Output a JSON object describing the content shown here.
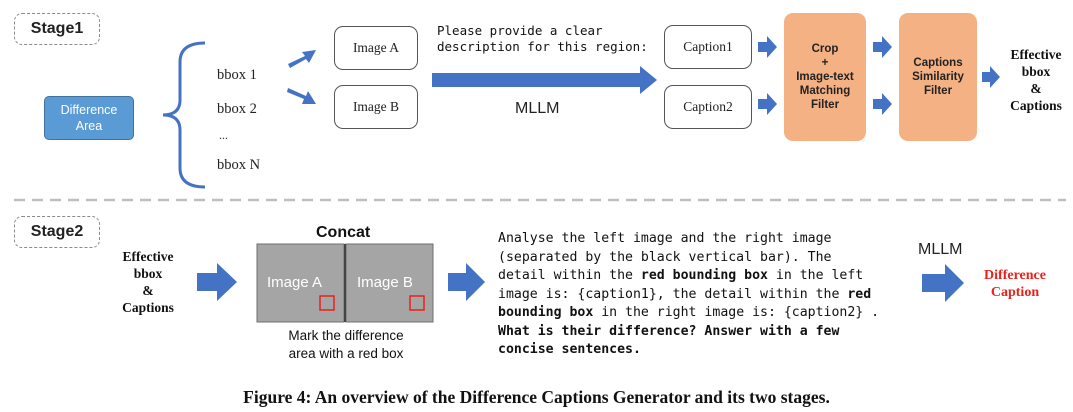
{
  "stage1": {
    "tag": "Stage1",
    "difference_area": [
      "Difference",
      "Area"
    ],
    "bboxes": [
      "bbox 1",
      "bbox 2",
      "...",
      "bbox N"
    ],
    "image_a": "Image A",
    "image_b": "Image B",
    "prompt_line1": "Please provide a clear",
    "prompt_line2": "description for this region:",
    "mllm": "MLLM",
    "caption1": "Caption1",
    "caption2": "Caption2",
    "filter1": [
      "Crop",
      "+",
      "Image-text",
      "Matching",
      "Filter"
    ],
    "filter2": [
      "Captions",
      "Similarity",
      "Filter"
    ],
    "output": [
      "Effective",
      "bbox",
      "&",
      "Captions"
    ]
  },
  "stage2": {
    "tag": "Stage2",
    "input": [
      "Effective",
      "bbox",
      "&",
      "Captions"
    ],
    "concat": "Concat",
    "image_a": "Image A",
    "image_b": "Image B",
    "mark_note": [
      "Mark the difference",
      "area with a red box"
    ],
    "prompt_lines": [
      "Analyse the left image and the right image",
      "(separated by the black vertical bar). The",
      "detail within the |red bounding box| in the left",
      "image is: {caption1}, the detail within the |red|",
      "|bounding box| in the right image is: {caption2} .",
      "|What is their difference? Answer with a few|",
      "|concise sentences.|"
    ],
    "mllm": "MLLM",
    "output": [
      "Difference",
      "Caption"
    ]
  },
  "caption": "Figure 4: An overview of the Difference Captions Generator and its two stages.",
  "colors": {
    "arrow_blue": "#4472c4",
    "difference_area_fill": "#5b9bd5",
    "filter_fill": "#f4b183",
    "output_red": "#e8221a",
    "image_gray": "#a5a5a5"
  }
}
